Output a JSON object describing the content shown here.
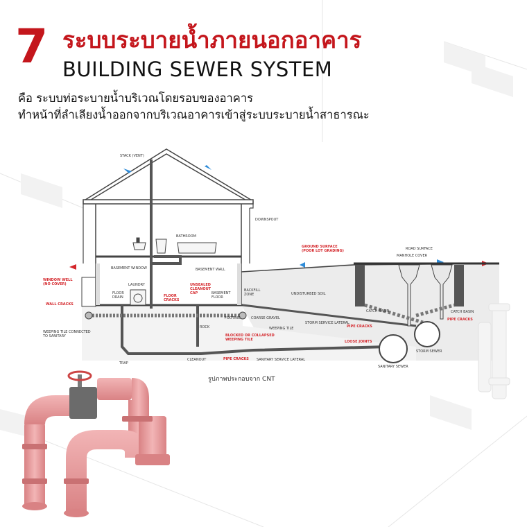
{
  "header": {
    "number": "7",
    "title_th": "ระบบระบายน้ำภายนอกอาคาร",
    "title_en": "BUILDING SEWER SYSTEM",
    "desc_line1": "คือ ระบบท่อระบายน้ำบริเวณโดยรอบของอาคาร",
    "desc_line2": "ทำหน้าที่ลำเลียงน้ำออกจากบริเวณอาคารเข้าสู่ระบบระบายน้ำสาธารณะ"
  },
  "diagram": {
    "labels": {
      "stack_vent": "STACK (VENT)",
      "downspout": "DOWNSPOUT",
      "bathroom": "BATHROOM",
      "basement_window": "BASEMENT WINDOW",
      "basement_wall": "BASEMENT WALL",
      "laundry": "LAUNDRY",
      "floor_drain": "FLOOR\nDRAIN",
      "basement_floor": "BASEMENT\nFLOOR",
      "footing": "FOOTING",
      "backfill_zone": "BACKFILL\nZONE",
      "coarse_gravel": "COARSE GRAVEL",
      "weeping_tile": "WEEPING TILE",
      "weeping_tile_connected": "WEEPING TILE CONNECTED\nTO SANITARY",
      "trap": "TRAP",
      "cleanout": "CLEANOUT",
      "sanitary_service_lateral": "SANITARY SERVICE LATERAL",
      "undisturbed_soil": "UNDISTURBED SOIL",
      "storm_service_lateral": "STORM SERVICE LATERAL",
      "catch_basin_1": "CATCH BASIN",
      "catch_basin_2": "CATCH BASIN",
      "storm_sewer": "STORM SEWER",
      "sanitary_sewer": "SANITARY SEWER",
      "manhole_cover": "MANHOLE COVER",
      "road_surface": "ROAD SURFACE",
      "rock": "ROCK"
    },
    "problems": {
      "window_well": "WINDOW WELL\n(NO COVER)",
      "wall_cracks": "WALL CRACKS",
      "floor_cracks": "FLOOR\nCRACKS",
      "unsealed_cleanout": "UNSEALED\nCLEANOUT\nCAP",
      "blocked_weeping_tile": "BLOCKED OR COLLAPSED\nWEEPING TILE",
      "pipe_cracks_1": "PIPE CRACKS",
      "pipe_cracks_2": "PIPE CRACKS",
      "pipe_cracks_3": "PIPE CRACKS",
      "loose_joints": "LOOSE JOINTS",
      "ground_surface": "GROUND SURFACE\n(POOR LOT GRADING)"
    }
  },
  "credit": "รูปภาพประกอบจาก CNT",
  "colors": {
    "accent_red": "#c4161c",
    "pipe_pink": "#e89a9c",
    "diagram_line": "#444444",
    "arrow_blue": "#2e8bd8"
  }
}
